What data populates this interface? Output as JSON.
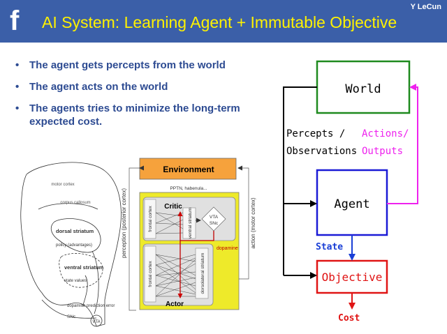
{
  "header": {
    "logo_glyph": "f",
    "title": "AI System: Learning Agent + Immutable Objective",
    "author": "Y LeCun",
    "background": "#3b5fa8",
    "title_color": "#fff200"
  },
  "bullets": [
    "The agent gets percepts from the world",
    "The agent acts on the world",
    "The agents tries to minimize the long-term expected cost."
  ],
  "brain": {
    "motor_cortex": "motor cortex",
    "corpus_callosum": "corpus callosum",
    "dorsal_striatum": "dorsal striatum",
    "dorsal_sub": "policy (advantages)",
    "ventral_striatum": "ventral striatum",
    "ventral_sub": "state values",
    "dopamine_error": "dopamine prediction error",
    "snc": "SNc",
    "vta": "VTA"
  },
  "network": {
    "environment": "Environment",
    "pptn": "PPTN, habenula...",
    "critic": "Critic",
    "actor": "Actor",
    "frontal_cortex_top": "frontal cortex",
    "frontal_cortex_bottom": "frontal cortex",
    "ventral_striatum": "ventral striatum",
    "vta": "VTA",
    "snc": "SNc",
    "dopamine": "dopamine",
    "dorsolateral_striatum": "dorsolateral striatum",
    "perception": "perception (posterior cortex)",
    "action": "action (motor cortex)"
  },
  "loop": {
    "world": "World",
    "agent": "Agent",
    "objective": "Objective",
    "percepts_line1": "Percepts /",
    "percepts_line2": "Observations",
    "actions_line1": "Actions/",
    "actions_line2": "Outputs",
    "state": "State",
    "cost": "Cost",
    "colors": {
      "world": "#1e8a1e",
      "agent": "#1a1ad6",
      "objective": "#e01414",
      "actions": "#ee22ee",
      "state": "#1a3fd6",
      "cost": "#e01414"
    }
  }
}
